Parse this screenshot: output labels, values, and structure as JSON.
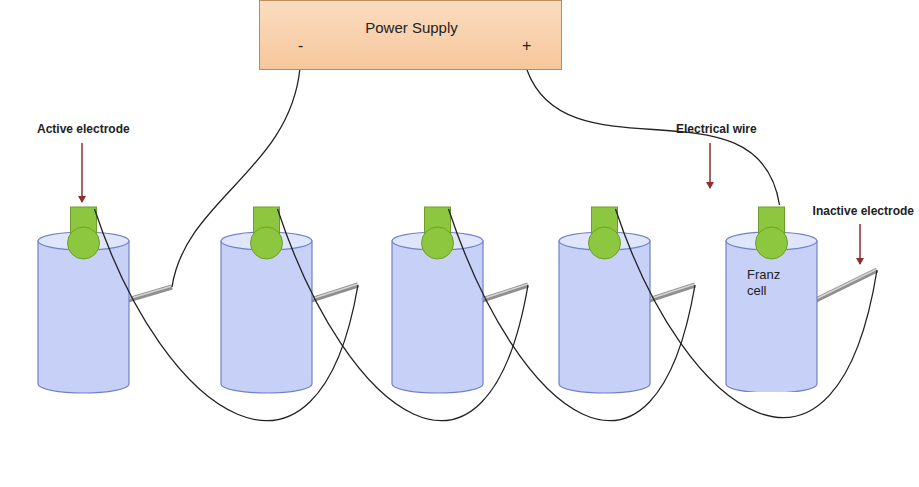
{
  "diagram": {
    "nodes": [
      {
        "text": [
          "Power Supply",
          "-",
          "+"
        ]
      },
      {
        "text": [
          "Franz cell"
        ]
      }
    ],
    "edges": [
      {
        "from": 0,
        "to": 1,
        "arrow": "none"
      }
    ],
    "labels": [
      "Active electrode",
      "Electrical wire",
      "Inactive electrode"
    ]
  }
}
